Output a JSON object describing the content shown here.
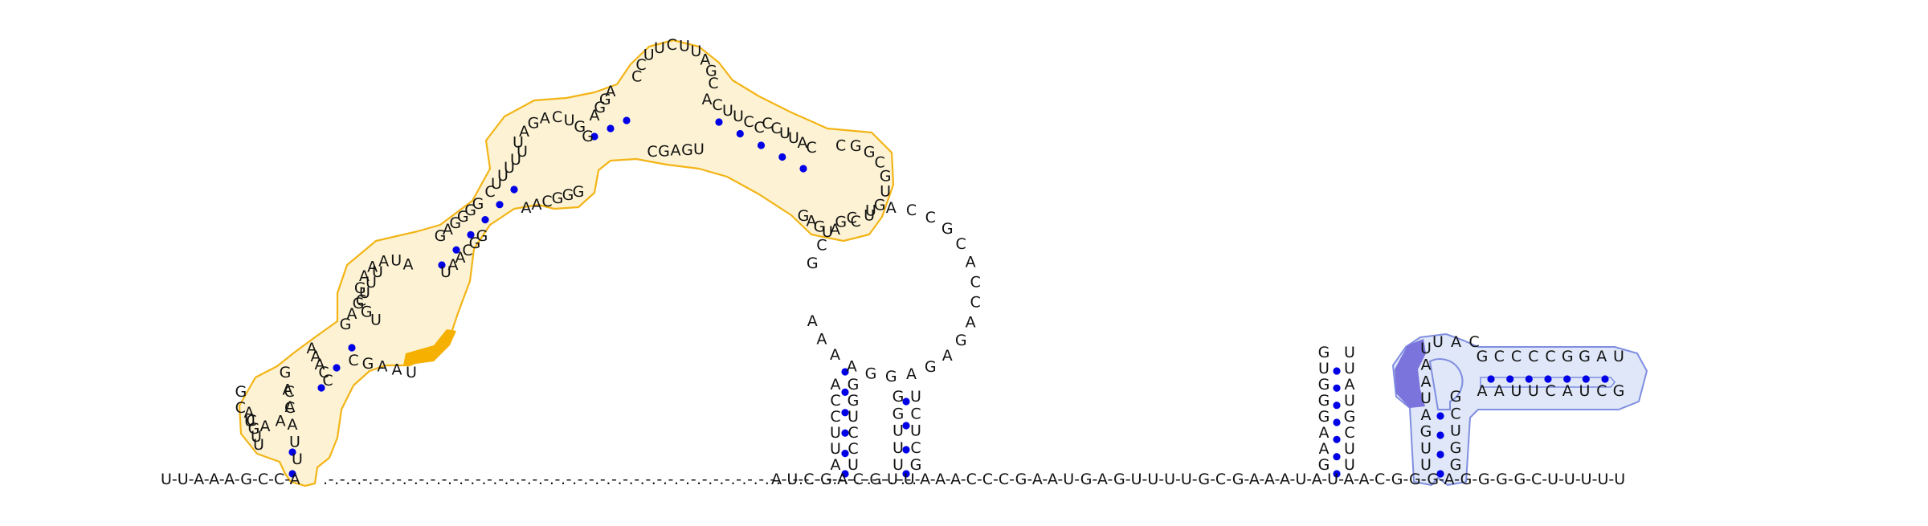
{
  "diagram": {
    "type": "rna-secondary-structure",
    "colors": {
      "background": "#ffffff",
      "nucleotide_text": "#111111",
      "base_pair_dot": "#0000e6",
      "backbone_line": "#222222",
      "domain_1_outline": "#f3b416",
      "domain_1_fill": "#fbe9b0",
      "domain_1_highlight": "#f5b000",
      "domain_2_outline": "#7f8ee0",
      "domain_2_fill": "#d9e3f7",
      "domain_2_highlight": "#7b74dd"
    },
    "baseline": {
      "start_text": "U-U-A-A-A-G-C-C-A",
      "dotted_segment": ".-.-.-.-.-.-.-.-.-.-.-.-.-.-.-.-.-.-.-.-.-.-.-.-.-.-.-.-.-.-.-.-.-.-.-.-.-.-.-.-.-.-.-.-.-.-.-.-.-.-.-.-.",
      "middle_text": "A-U-C-G-A-C-G-U-U-A-A-A-C-C-C-G-A-A-U-G-A-G-U-U-U-U-G-C-G-A-A-A-U-A-U-A-A-C-G-G-G-A-G-G-G-G-C-U-U-U-U-U"
    },
    "nucleotides": [
      {
        "c": "U"
      },
      {
        "c": "U"
      },
      {
        "c": "A"
      },
      {
        "c": "A"
      },
      {
        "c": "A"
      },
      {
        "c": "G"
      },
      {
        "c": "C"
      },
      {
        "c": "C"
      },
      {
        "c": "A"
      },
      {
        "c": "A"
      },
      {
        "c": "U"
      },
      {
        "c": "C"
      },
      {
        "c": "G"
      },
      {
        "c": "A"
      },
      {
        "c": "C"
      },
      {
        "c": "G"
      },
      {
        "c": "U"
      },
      {
        "c": "U"
      },
      {
        "c": "A"
      },
      {
        "c": "A"
      },
      {
        "c": "A"
      },
      {
        "c": "C"
      },
      {
        "c": "C"
      },
      {
        "c": "C"
      },
      {
        "c": "G"
      },
      {
        "c": "A"
      },
      {
        "c": "A"
      },
      {
        "c": "U"
      },
      {
        "c": "G"
      },
      {
        "c": "A"
      },
      {
        "c": "G"
      },
      {
        "c": "U"
      },
      {
        "c": "U"
      },
      {
        "c": "U"
      },
      {
        "c": "U"
      },
      {
        "c": "G"
      },
      {
        "c": "C"
      },
      {
        "c": "G"
      },
      {
        "c": "A"
      },
      {
        "c": "A"
      },
      {
        "c": "A"
      },
      {
        "c": "U"
      },
      {
        "c": "A"
      },
      {
        "c": "U"
      },
      {
        "c": "A"
      },
      {
        "c": "A"
      },
      {
        "c": "C"
      },
      {
        "c": "G"
      },
      {
        "c": "G"
      },
      {
        "c": "G"
      },
      {
        "c": "A"
      },
      {
        "c": "G"
      },
      {
        "c": "G"
      },
      {
        "c": "G"
      },
      {
        "c": "G"
      },
      {
        "c": "C"
      },
      {
        "c": "U"
      },
      {
        "c": "U"
      },
      {
        "c": "U"
      },
      {
        "c": "U"
      },
      {
        "c": "U"
      },
      {
        "c": "U"
      },
      {
        "c": "A"
      },
      {
        "c": "G"
      },
      {
        "c": "A"
      },
      {
        "c": "C"
      },
      {
        "c": "U"
      },
      {
        "c": "G"
      },
      {
        "c": "G"
      },
      {
        "c": "A"
      },
      {
        "c": "A"
      },
      {
        "c": "C"
      },
      {
        "c": "G"
      },
      {
        "c": "G"
      },
      {
        "c": "G"
      },
      {
        "c": "A"
      },
      {
        "c": "G"
      },
      {
        "c": "G"
      },
      {
        "c": "A"
      },
      {
        "c": "C"
      },
      {
        "c": "C"
      },
      {
        "c": "U"
      },
      {
        "c": "U"
      },
      {
        "c": "C"
      },
      {
        "c": "U"
      },
      {
        "c": "U"
      },
      {
        "c": "A"
      },
      {
        "c": "G"
      },
      {
        "c": "C"
      },
      {
        "c": "A"
      },
      {
        "c": "C"
      },
      {
        "c": "U"
      },
      {
        "c": "U"
      },
      {
        "c": "C"
      },
      {
        "c": "C"
      },
      {
        "c": "C"
      },
      {
        "c": "G"
      },
      {
        "c": "A"
      },
      {
        "c": "G"
      },
      {
        "c": "U"
      },
      {
        "c": "C"
      },
      {
        "c": "C"
      },
      {
        "c": "U"
      },
      {
        "c": "U"
      },
      {
        "c": "A"
      },
      {
        "c": "C"
      },
      {
        "c": "C"
      },
      {
        "c": "G"
      },
      {
        "c": "G"
      },
      {
        "c": "C"
      },
      {
        "c": "G"
      },
      {
        "c": "U"
      },
      {
        "c": "G"
      },
      {
        "c": "U"
      },
      {
        "c": "C"
      },
      {
        "c": "G"
      },
      {
        "c": "G"
      },
      {
        "c": "A"
      },
      {
        "c": "G"
      },
      {
        "c": "U"
      },
      {
        "c": "G"
      },
      {
        "c": "C"
      },
      {
        "c": "A"
      },
      {
        "c": "C"
      },
      {
        "c": "U"
      },
      {
        "c": "A"
      },
      {
        "c": "C"
      },
      {
        "c": "C"
      },
      {
        "c": "G"
      },
      {
        "c": "C"
      },
      {
        "c": "A"
      },
      {
        "c": "C"
      },
      {
        "c": "C"
      },
      {
        "c": "A"
      },
      {
        "c": "G"
      },
      {
        "c": "A"
      },
      {
        "c": "G"
      },
      {
        "c": "A"
      },
      {
        "c": "G"
      },
      {
        "c": "G"
      },
      {
        "c": "A"
      },
      {
        "c": "A"
      },
      {
        "c": "A"
      },
      {
        "c": "A"
      },
      {
        "c": "A"
      },
      {
        "c": "C"
      },
      {
        "c": "C"
      },
      {
        "c": "U"
      },
      {
        "c": "U"
      },
      {
        "c": "A"
      },
      {
        "c": "G"
      },
      {
        "c": "G"
      },
      {
        "c": "U"
      },
      {
        "c": "C"
      },
      {
        "c": "C"
      },
      {
        "c": "U"
      },
      {
        "c": "G"
      },
      {
        "c": "G"
      },
      {
        "c": "U"
      },
      {
        "c": "U"
      },
      {
        "c": "U"
      },
      {
        "c": "U"
      },
      {
        "c": "C"
      },
      {
        "c": "U"
      },
      {
        "c": "C"
      },
      {
        "c": "G"
      },
      {
        "c": "G"
      },
      {
        "c": "U"
      },
      {
        "c": "G"
      },
      {
        "c": "G"
      },
      {
        "c": "G"
      },
      {
        "c": "A"
      },
      {
        "c": "A"
      },
      {
        "c": "G"
      },
      {
        "c": "U"
      },
      {
        "c": "U"
      },
      {
        "c": "A"
      },
      {
        "c": "U"
      },
      {
        "c": "G"
      },
      {
        "c": "C"
      },
      {
        "c": "U"
      },
      {
        "c": "U"
      },
      {
        "c": "U"
      },
      {
        "c": "A"
      },
      {
        "c": "A"
      },
      {
        "c": "U"
      },
      {
        "c": "A"
      },
      {
        "c": "G"
      },
      {
        "c": "U"
      },
      {
        "c": "U"
      },
      {
        "c": "G"
      },
      {
        "c": "C"
      },
      {
        "c": "U"
      },
      {
        "c": "G"
      },
      {
        "c": "G"
      },
      {
        "c": "G"
      },
      {
        "c": "C"
      },
      {
        "c": "C"
      },
      {
        "c": "C"
      },
      {
        "c": "C"
      },
      {
        "c": "G"
      },
      {
        "c": "G"
      },
      {
        "c": "A"
      },
      {
        "c": "U"
      },
      {
        "c": "A"
      },
      {
        "c": "A"
      },
      {
        "c": "U"
      },
      {
        "c": "U"
      },
      {
        "c": "C"
      },
      {
        "c": "A"
      },
      {
        "c": "U"
      },
      {
        "c": "C"
      },
      {
        "c": "G"
      },
      {
        "c": "U"
      },
      {
        "c": "A"
      },
      {
        "c": "C"
      },
      {
        "c": "G"
      },
      {
        "c": "U"
      },
      {
        "c": "G"
      },
      {
        "c": "G"
      },
      {
        "c": "U"
      },
      {
        "c": "A"
      },
      {
        "c": "C"
      },
      {
        "c": "C"
      },
      {
        "c": "C"
      },
      {
        "c": "G"
      },
      {
        "c": "G"
      },
      {
        "c": "A"
      },
      {
        "c": "A"
      },
      {
        "c": "G"
      },
      {
        "c": "C"
      },
      {
        "c": "U"
      },
      {
        "c": "C"
      },
      {
        "c": "U"
      },
      {
        "c": "U"
      },
      {
        "c": "C"
      },
      {
        "c": "C"
      },
      {
        "c": "G"
      },
      {
        "c": "U"
      },
      {
        "c": "G"
      },
      {
        "c": "A"
      },
      {
        "c": "U"
      },
      {
        "c": "C"
      },
      {
        "c": "U"
      }
    ],
    "base_pair_count": 55
  }
}
